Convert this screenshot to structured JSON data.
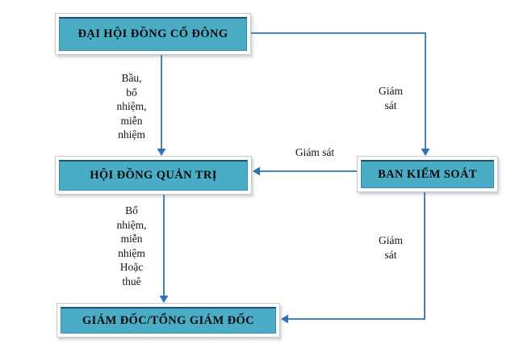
{
  "diagram": {
    "nodes": {
      "shareholders": {
        "title": "ĐẠI HỘI ĐỒNG CỔ ĐÔNG"
      },
      "board": {
        "title": "HỘI ĐỒNG QUẢN TRỊ"
      },
      "supervisory": {
        "title": "BAN KIỂM SOÁT"
      },
      "director": {
        "title": "GIÁM ĐỐC/TỔNG GIÁM ĐỐC"
      }
    },
    "edge_labels": {
      "elect_appoint_dismiss": "Bầu,\nbổ\nnhiệm,\nmiễn\nnhiệm",
      "appoint_dismiss_or_hire": "Bổ\nnhiệm,\nmiễn\nnhiệm\nHoặc\nthuê",
      "supervise_right_top": "Giám\nsát",
      "supervise_horizontal": "Giám sát",
      "supervise_right_bottom": "Giám\nsát"
    },
    "colors": {
      "node_fill": "#4BACC6",
      "node_border_top": "#1F4E79",
      "connector": "#2E74B5"
    }
  }
}
